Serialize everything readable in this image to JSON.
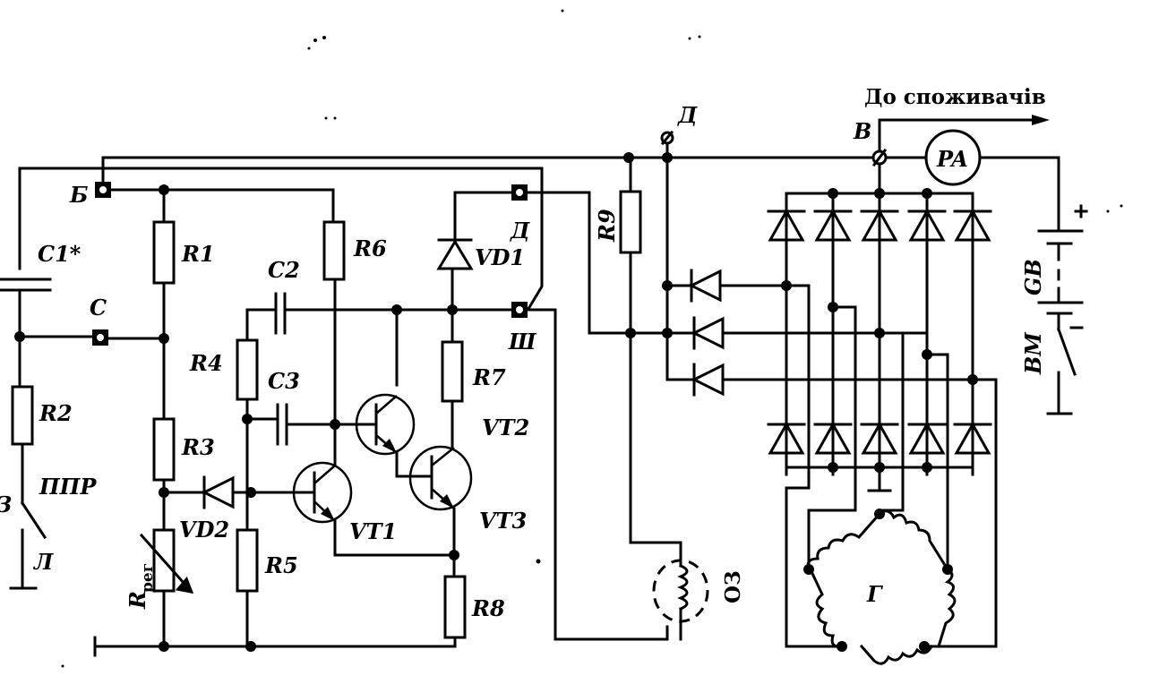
{
  "diagram": {
    "type": "electrical schematic",
    "subject": "Alternator transistor voltage regulator circuit",
    "output_label": "До споживачів",
    "terminals": {
      "B_left": "Б",
      "C": "С",
      "D_regulator": "Д",
      "Sh": "Ш",
      "D_generator": "Д",
      "V_generator": "В"
    },
    "components": {
      "capacitors": [
        "C1*",
        "C2",
        "C3"
      ],
      "resistors": [
        "R1",
        "R2",
        "R3",
        "R4",
        "R5",
        "R6",
        "R7",
        "R8",
        "R9"
      ],
      "variable_resistor": {
        "name": "R",
        "subscript": "рег"
      },
      "diodes": [
        "VD1",
        "VD2"
      ],
      "transistors": [
        "VT1",
        "VT2",
        "VT3"
      ],
      "ammeter": "PA",
      "battery": "GB",
      "battery_polarity": {
        "plus": "+",
        "minus": "−"
      },
      "ground_switch": "BM",
      "season_switch": "ППР",
      "switch_positions": {
        "winter": "З",
        "summer": "Л"
      },
      "field_winding": "ОЗ",
      "generator": "Г"
    }
  }
}
